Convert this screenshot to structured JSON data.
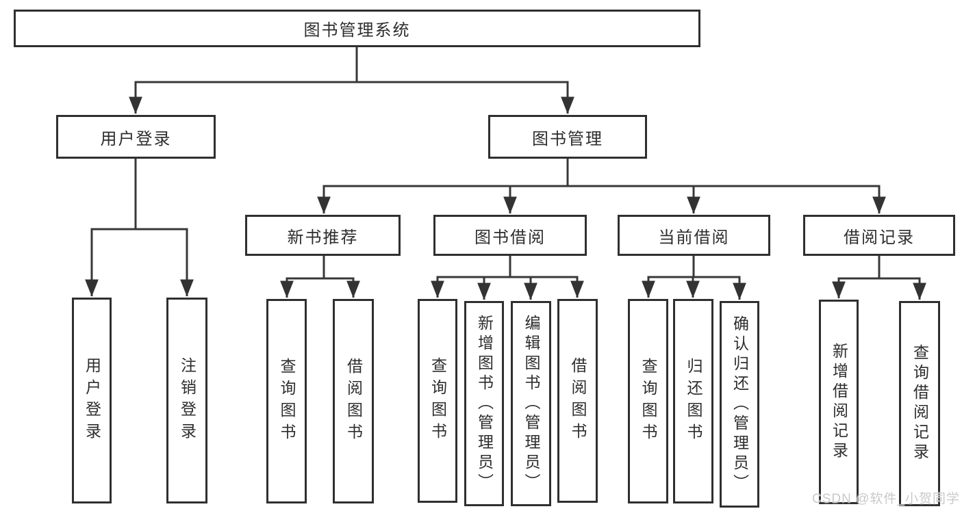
{
  "tree": {
    "label": "图书管理系统",
    "children": [
      {
        "label": "用户登录",
        "children": [
          {
            "label": "用户登录"
          },
          {
            "label": "注销登录"
          }
        ]
      },
      {
        "label": "图书管理",
        "children": [
          {
            "label": "新书推荐",
            "children": [
              {
                "label": "查询图书"
              },
              {
                "label": "借阅图书"
              }
            ]
          },
          {
            "label": "图书借阅",
            "children": [
              {
                "label": "查询图书"
              },
              {
                "label": "新增图书（管理员）"
              },
              {
                "label": "编辑图书（管理员）"
              },
              {
                "label": "借阅图书"
              }
            ]
          },
          {
            "label": "当前借阅",
            "children": [
              {
                "label": "查询图书"
              },
              {
                "label": "归还图书"
              },
              {
                "label": "确认归还（管理员）"
              }
            ]
          },
          {
            "label": "借阅记录",
            "children": [
              {
                "label": "新增借阅记录"
              },
              {
                "label": "查询借阅记录"
              }
            ]
          }
        ]
      }
    ]
  },
  "watermark": {
    "text": "CSDN @软件_小贺同学",
    "color": "#c9c9c9"
  },
  "colors": {
    "line": "#383838",
    "border": "#2f2f2f",
    "text": "#2d2d2d",
    "background": "#ffffff"
  }
}
